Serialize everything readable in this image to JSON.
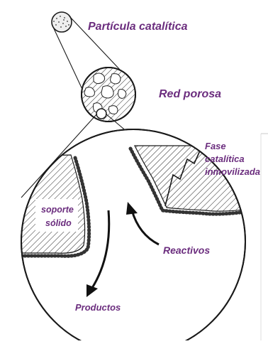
{
  "labels": {
    "particula": "Partícula catalítica",
    "red": "Red porosa",
    "fase": [
      "Fase",
      "catalítica",
      "inmovilizada"
    ],
    "soporte": [
      "soporte",
      "sólido"
    ],
    "reactivos": "Reactivos",
    "productos": "Productos"
  },
  "colors": {
    "label_text": "#6b2d7e",
    "dark_text": "#222222",
    "outline": "#1a1a1a",
    "background": "#ffffff"
  },
  "icons": {
    "arrows": [
      "flow-arrow-reactivos",
      "flow-arrow-down-left",
      "flow-arrow-up-right"
    ],
    "pointer": "zigzag-pointer"
  }
}
